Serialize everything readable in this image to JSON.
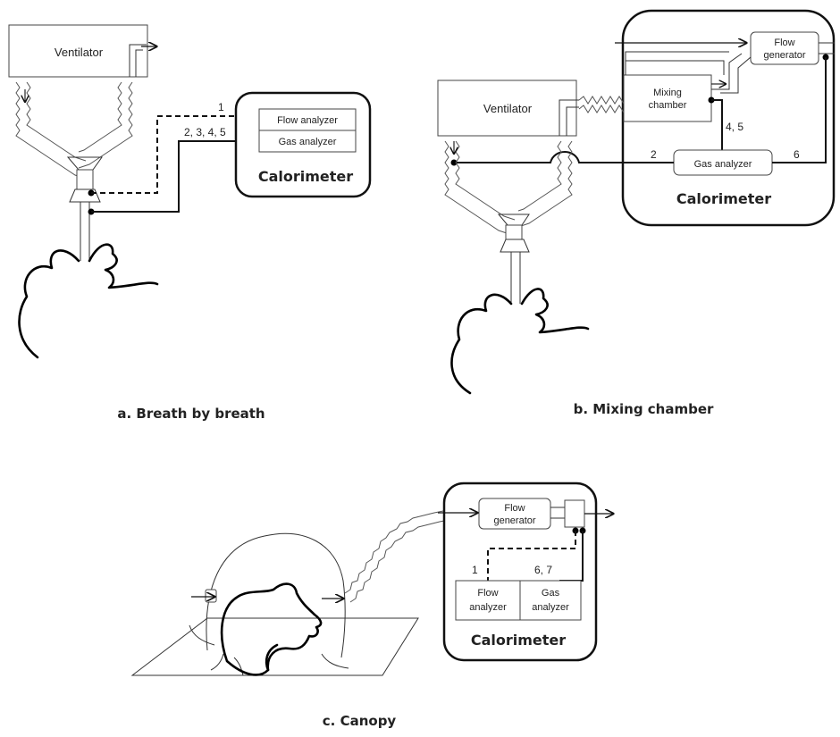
{
  "panel_a": {
    "caption": "a. Breath by breath",
    "ventilator": "Ventilator",
    "flow_analyzer": "Flow analyzer",
    "gas_analyzer": "Gas analyzer",
    "calorimeter": "Calorimeter",
    "line_label_1": "1",
    "line_label_2": "2, 3, 4, 5"
  },
  "panel_b": {
    "caption": "b. Mixing chamber",
    "ventilator": "Ventilator",
    "mixing_line1": "Mixing",
    "mixing_line2": "chamber",
    "flow_gen_line1": "Flow",
    "flow_gen_line2": "generator",
    "gas_analyzer": "Gas analyzer",
    "calorimeter": "Calorimeter",
    "line_label_2": "2",
    "line_label_45": "4, 5",
    "line_label_6": "6"
  },
  "panel_c": {
    "caption": "c. Canopy",
    "flow_gen_line1": "Flow",
    "flow_gen_line2": "generator",
    "flow_an_line1": "Flow",
    "flow_an_line2": "analyzer",
    "gas_an_line1": "Gas",
    "gas_an_line2": "analyzer",
    "calorimeter": "Calorimeter",
    "line_label_1": "1",
    "line_label_67": "6, 7"
  }
}
